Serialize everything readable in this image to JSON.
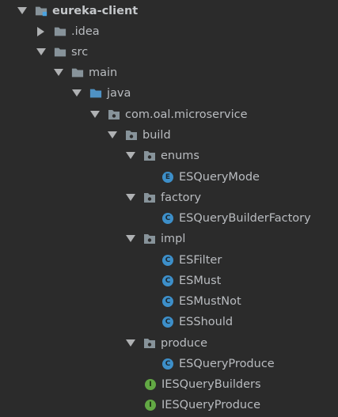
{
  "project_tree": {
    "root": {
      "label": "eureka-client",
      "icon": "module-folder-icon"
    },
    "idea": {
      "label": ".idea",
      "icon": "folder-icon"
    },
    "src": {
      "label": "src",
      "icon": "folder-icon"
    },
    "main": {
      "label": "main",
      "icon": "folder-icon"
    },
    "java": {
      "label": "java",
      "icon": "source-root-folder-icon"
    },
    "pkg": {
      "label": "com.oal.microservice",
      "icon": "package-icon"
    },
    "build": {
      "label": "build",
      "icon": "package-icon"
    },
    "enums": {
      "label": "enums",
      "icon": "package-icon"
    },
    "es_query_mode": {
      "label": "ESQueryMode",
      "badge": "E"
    },
    "factory": {
      "label": "factory",
      "icon": "package-icon"
    },
    "es_query_builder_factory": {
      "label": "ESQueryBuilderFactory",
      "badge": "C"
    },
    "impl": {
      "label": "impl",
      "icon": "package-icon"
    },
    "es_filter": {
      "label": "ESFilter",
      "badge": "C"
    },
    "es_must": {
      "label": "ESMust",
      "badge": "C"
    },
    "es_must_not": {
      "label": "ESMustNot",
      "badge": "C"
    },
    "es_should": {
      "label": "ESShould",
      "badge": "C"
    },
    "produce": {
      "label": "produce",
      "icon": "package-icon"
    },
    "es_query_produce": {
      "label": "ESQueryProduce",
      "badge": "C"
    },
    "ies_query_builders": {
      "label": "IESQueryBuilders",
      "badge": "I"
    },
    "ies_query_produce": {
      "label": "IESQueryProduce",
      "badge": "I"
    }
  },
  "colors": {
    "background": "#2b2b2b",
    "folder": "#87939a",
    "source_folder": "#4f92c4",
    "class_badge": "#3d8fc9",
    "interface_badge": "#62a844",
    "text": "#b9bcc0"
  }
}
